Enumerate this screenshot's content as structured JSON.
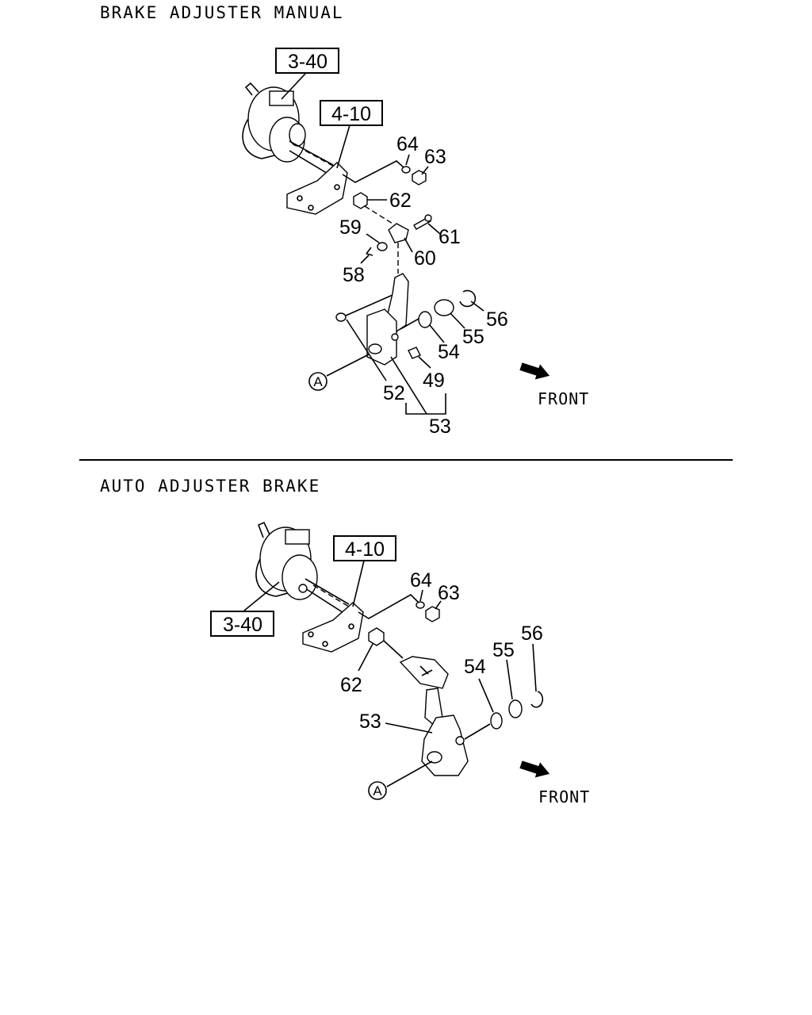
{
  "manual": {
    "title": "BRAKE ADJUSTER MANUAL",
    "ref_chamber": "3-40",
    "ref_bracket": "4-10",
    "parts": {
      "p64": "64",
      "p63": "63",
      "p62": "62",
      "p59": "59",
      "p61": "61",
      "p60": "60",
      "p58": "58",
      "p56": "56",
      "p55": "55",
      "p54": "54",
      "p49": "49",
      "p52": "52",
      "p53": "53"
    },
    "marker": "A",
    "front": "FRONT"
  },
  "auto": {
    "title": "AUTO ADJUSTER BRAKE",
    "ref_chamber": "3-40",
    "ref_bracket": "4-10",
    "parts": {
      "p64": "64",
      "p63": "63",
      "p62": "62",
      "p56": "56",
      "p55": "55",
      "p54": "54",
      "p53": "53"
    },
    "marker": "A",
    "front": "FRONT"
  }
}
